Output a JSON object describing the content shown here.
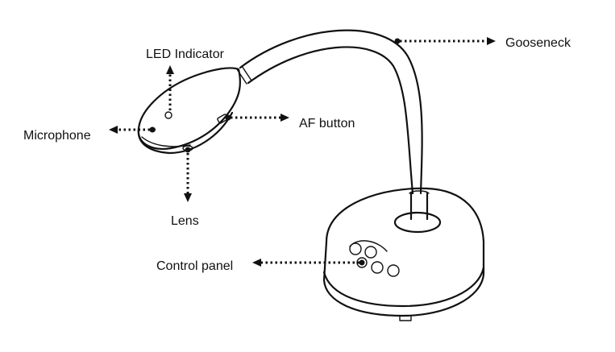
{
  "labels": {
    "led_indicator": "LED Indicator",
    "microphone": "Microphone",
    "af_button": "AF button",
    "lens": "Lens",
    "gooseneck": "Gooseneck",
    "control_panel": "Control panel"
  }
}
